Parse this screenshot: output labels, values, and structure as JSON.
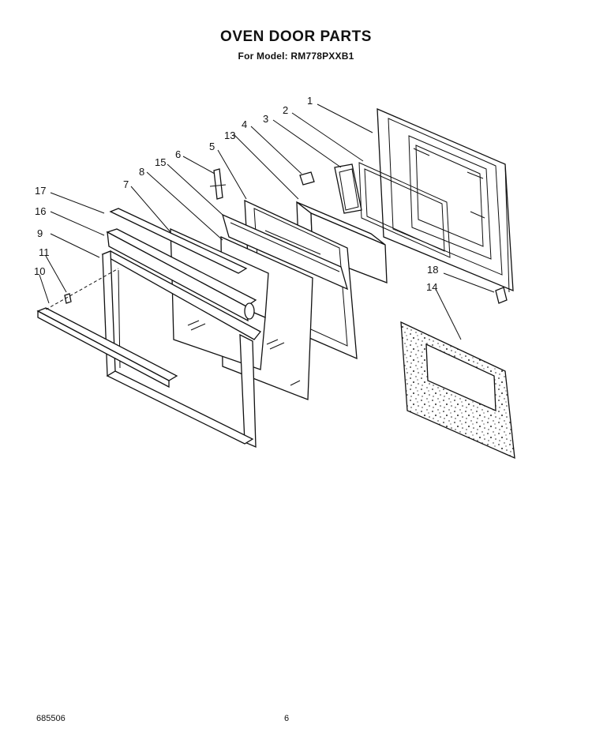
{
  "document": {
    "title": "OVEN DOOR PARTS",
    "subtitle": "For Model: RM778PXXB1",
    "doc_number": "685506",
    "page_number": "6"
  },
  "callouts": [
    {
      "id": "1",
      "label": "1"
    },
    {
      "id": "2",
      "label": "2"
    },
    {
      "id": "3",
      "label": "3"
    },
    {
      "id": "4",
      "label": "4"
    },
    {
      "id": "5",
      "label": "5"
    },
    {
      "id": "6",
      "label": "6"
    },
    {
      "id": "7",
      "label": "7"
    },
    {
      "id": "8",
      "label": "8"
    },
    {
      "id": "9",
      "label": "9"
    },
    {
      "id": "10",
      "label": "10"
    },
    {
      "id": "11",
      "label": "11"
    },
    {
      "id": "13",
      "label": "13"
    },
    {
      "id": "14",
      "label": "14"
    },
    {
      "id": "15",
      "label": "15"
    },
    {
      "id": "16",
      "label": "16"
    },
    {
      "id": "17",
      "label": "17"
    },
    {
      "id": "18",
      "label": "18"
    }
  ]
}
